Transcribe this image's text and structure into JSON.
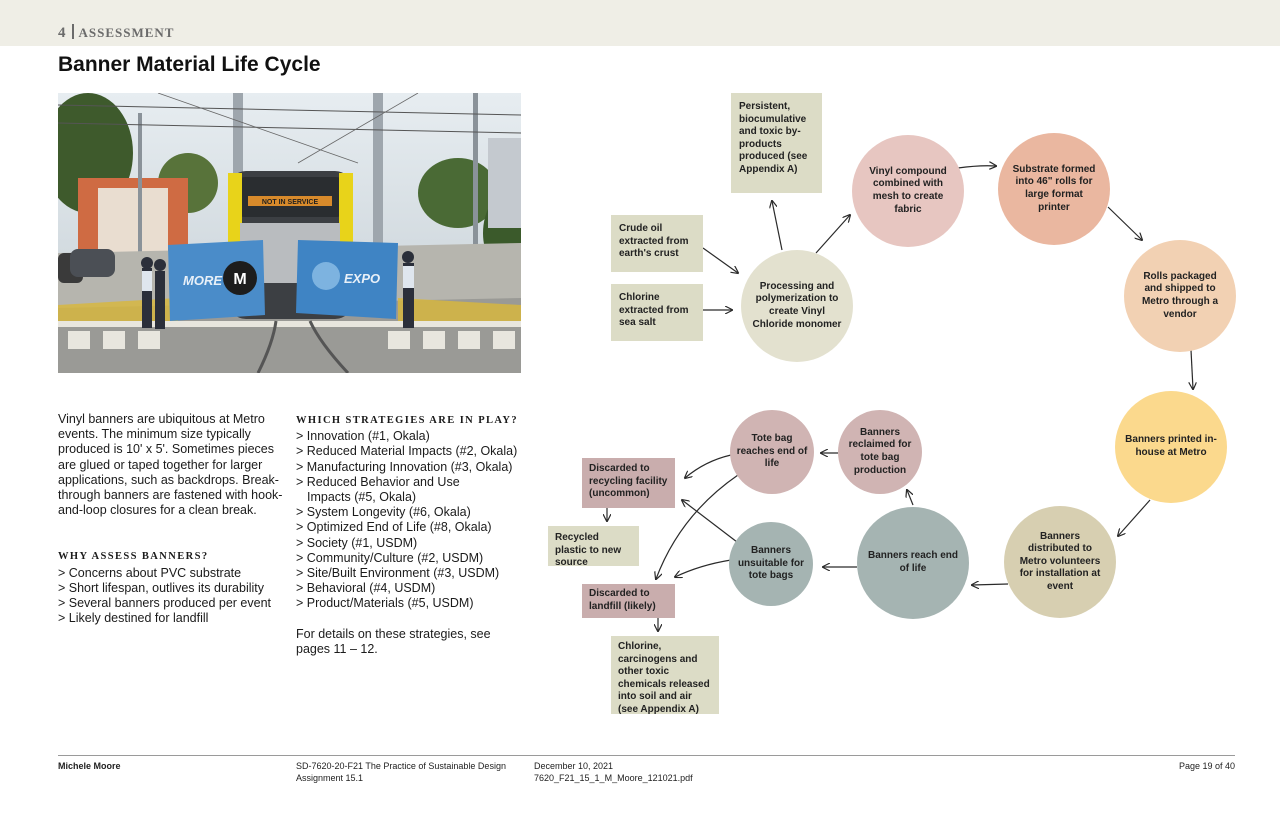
{
  "header": {
    "section_number": "4",
    "section_label": "ASSESSMENT"
  },
  "page_title": "Banner Material Life Cycle",
  "photo": {
    "sign_text": "NOT IN SERVICE",
    "banner_left_text": "MORE",
    "banner_left_letter": "M",
    "banner_right_text": "EXPO",
    "colors": {
      "sky": "#dbe4ea",
      "banner": "#4a8cc9",
      "train_yellow": "#e8d31a"
    }
  },
  "intro": {
    "lines": [
      "Vinyl banners are ubiquitous at Metro",
      "events. The minimum size typically",
      "produced is 10' x 5'. Sometimes pieces",
      "are glued or taped together for larger",
      "applications, such as backdrops. Break-",
      "through banners are fastened with hook-",
      "and-loop closures for a clean break."
    ]
  },
  "why_assess": {
    "heading": "Why assess banners?",
    "items": [
      "> Concerns about PVC substrate",
      "> Short lifespan, outlives its durability",
      "> Several banners produced per event",
      "> Likely destined for landfill"
    ]
  },
  "strategies": {
    "heading": "Which strategies are in play?",
    "items": [
      "> Innovation (#1, Okala)",
      "> Reduced Material Impacts (#2, Okala)",
      "> Manufacturing Innovation (#3, Okala)",
      "> Reduced Behavior and Use",
      "Impacts (#5, Okala)",
      "> System Longevity (#6, Okala)",
      "> Optimized End of Life (#8, Okala)",
      "> Society (#1, USDM)",
      "> Community/Culture (#2, USDM)",
      "> Site/Built Environment (#3, USDM)",
      "> Behavioral (#4, USDM)",
      "> Product/Materials (#5, USDM)"
    ],
    "details_line1": "For details on these strategies, see",
    "details_line2": "pages 11 – 12."
  },
  "diagram": {
    "colors": {
      "box": "#dcdcc6",
      "box_pink": "#c9adad",
      "arrow": "#2a2a2a"
    },
    "boxes": {
      "byproducts": "Persistent, biocumulative and toxic by-products produced (see Appendix A)",
      "crude_oil": "Crude oil extracted from earth's crust",
      "chlorine": "Chlorine extracted from sea salt",
      "discarded_recycling": "Discarded to recycling facility (uncommon)",
      "recycled_plastic": "Recycled plastic to new source",
      "discarded_landfill": "Discarded to landfill (likely)",
      "chemicals_released": "Chlorine, carcinogens and other toxic chemicals released into soil and air (see Appendix A)"
    },
    "circles": {
      "processing": {
        "label": "Processing and polymerization to create Vinyl Chloride monomer",
        "color": "#e3e1cf"
      },
      "vinyl_compound": {
        "label": "Vinyl compound combined with mesh to create fabric",
        "color": "#e7c6c1"
      },
      "substrate": {
        "label": "Substrate formed into 46\" rolls for large format printer",
        "color": "#eab7a0"
      },
      "rolls_packaged": {
        "label": "Rolls packaged and shipped to Metro through a vendor",
        "color": "#f2d1b3"
      },
      "printed": {
        "label": "Banners printed in-house at Metro",
        "color": "#fbd98d"
      },
      "distributed": {
        "label": "Banners distributed to Metro volunteers for installation at event",
        "color": "#d7cfb1"
      },
      "end_of_life": {
        "label": "Banners reach end of life",
        "color": "#a5b4b2"
      },
      "unsuitable": {
        "label": "Banners unsuitable for tote bags",
        "color": "#a5b4b2"
      },
      "reclaimed": {
        "label": "Banners reclaimed for tote bag production",
        "color": "#d0b4b3"
      },
      "tote_end": {
        "label": "Tote bag reaches end of life",
        "color": "#d0b4b3"
      }
    }
  },
  "footer": {
    "author": "Michele Moore",
    "course_line1": "SD-7620-20-F21 The Practice of Sustainable Design",
    "course_line2": "Assignment 15.1",
    "date_line1": "December 10, 2021",
    "date_line2": "7620_F21_15_1_M_Moore_121021.pdf",
    "page": "Page 19 of 40"
  }
}
